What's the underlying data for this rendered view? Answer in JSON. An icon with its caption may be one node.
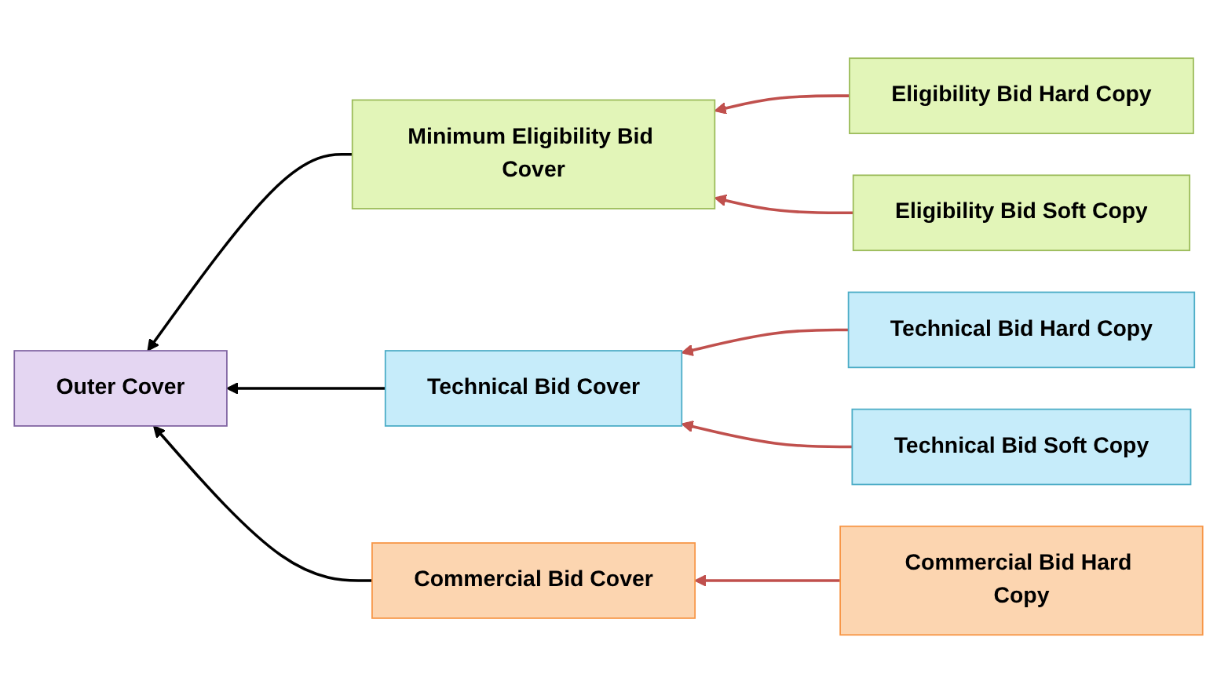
{
  "diagram": {
    "nodes": [
      {
        "text": [
          "Outer Cover"
        ]
      },
      {
        "text": [
          "Minimum Eligibility Bid Cover"
        ]
      },
      {
        "text": [
          "Eligibility Bid Hard Copy"
        ]
      },
      {
        "text": [
          "Eligibility Bid Soft Copy"
        ]
      },
      {
        "text": [
          "Technical Bid Cover"
        ]
      },
      {
        "text": [
          "Technical Bid Hard Copy"
        ]
      },
      {
        "text": [
          "Technical Bid Soft Copy"
        ]
      },
      {
        "text": [
          "Commercial Bid Cover"
        ]
      },
      {
        "text": [
          "Commercial Bid Hard Copy"
        ]
      }
    ],
    "edges": [
      {
        "from": 1,
        "to": 0,
        "arrow": "to",
        "color": "#000000"
      },
      {
        "from": 4,
        "to": 0,
        "arrow": "to",
        "color": "#000000"
      },
      {
        "from": 7,
        "to": 0,
        "arrow": "to",
        "color": "#000000"
      },
      {
        "from": 2,
        "to": 1,
        "arrow": "to"
      },
      {
        "from": 3,
        "to": 1,
        "arrow": "to"
      },
      {
        "from": 5,
        "to": 4,
        "arrow": "to"
      },
      {
        "from": 6,
        "to": 4,
        "arrow": "to"
      },
      {
        "from": 8,
        "to": 7,
        "arrow": "to"
      }
    ]
  }
}
